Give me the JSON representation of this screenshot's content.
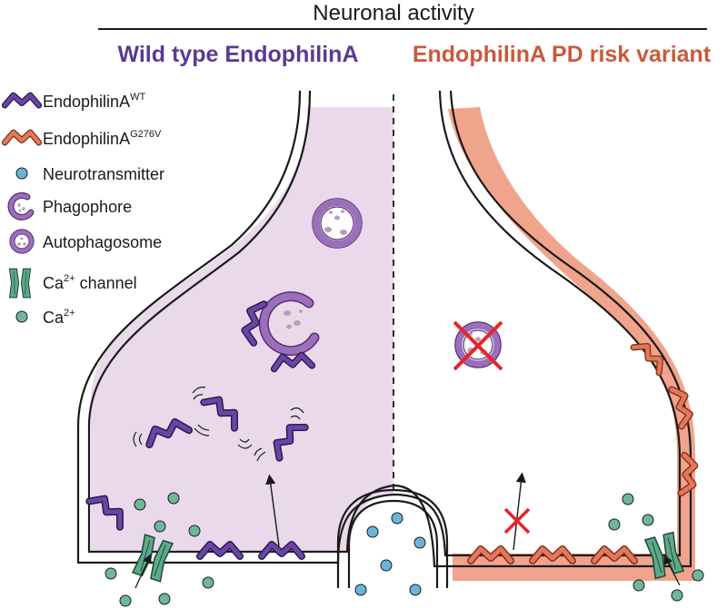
{
  "header": {
    "title": "Neuronal activity"
  },
  "panels": {
    "left": {
      "label": "Wild type EndophilinA"
    },
    "right": {
      "label": "EndophilinA PD risk variant"
    }
  },
  "legend": [
    {
      "base": "EndophilinA",
      "sup": "WT",
      "icon": "endophilin-wt-icon"
    },
    {
      "base": "EndophilinA",
      "sup": "G276V",
      "icon": "endophilin-g276v-icon"
    },
    {
      "base": "Neurotransmitter",
      "sup": "",
      "icon": "neurotransmitter-icon"
    },
    {
      "base": "Phagophore",
      "sup": "",
      "icon": "phagophore-icon"
    },
    {
      "base": "Autophagosome",
      "sup": "",
      "icon": "autophagosome-icon"
    },
    {
      "base": "Ca",
      "sup": "2+",
      "tail": " channel",
      "icon": "calcium-channel-icon"
    },
    {
      "base": "Ca",
      "sup": "2+",
      "icon": "calcium-ion-icon"
    }
  ],
  "colors": {
    "wt_fill": "#6b45a4",
    "wt_dark": "#2e1a55",
    "pd_fill": "#e07a5a",
    "pd_dark": "#8a2e1a",
    "left_cytoplasm": "#ead9ea",
    "right_band": "#f0a48c",
    "neurotransmitter": "#6ab4d8",
    "calcium": "#6db89a",
    "channel": "#5ea989",
    "vesicle": "#9b70b8",
    "cross": "#e8242a"
  }
}
